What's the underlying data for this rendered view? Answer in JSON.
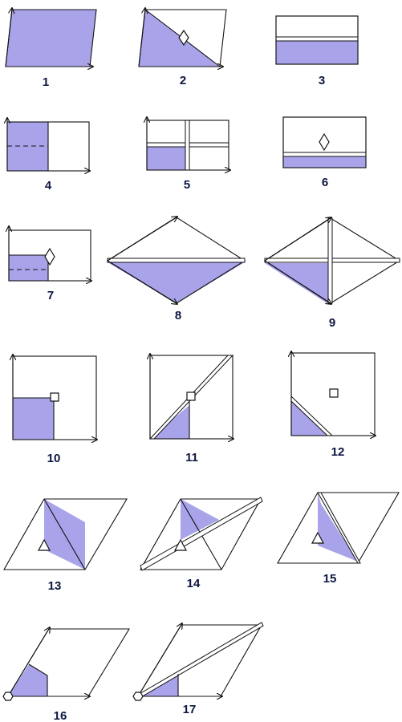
{
  "colors": {
    "paper_fill": "#a9a3ea",
    "line": "#111111",
    "label": "#0d1640"
  },
  "steps": [
    {
      "number": "1"
    },
    {
      "number": "2"
    },
    {
      "number": "3"
    },
    {
      "number": "4"
    },
    {
      "number": "5"
    },
    {
      "number": "6"
    },
    {
      "number": "7"
    },
    {
      "number": "8"
    },
    {
      "number": "9"
    },
    {
      "number": "10"
    },
    {
      "number": "11"
    },
    {
      "number": "12"
    },
    {
      "number": "13"
    },
    {
      "number": "14"
    },
    {
      "number": "15"
    },
    {
      "number": "16"
    },
    {
      "number": "17"
    }
  ],
  "markers": {
    "diamond": "diamond-marker-icon",
    "square": "square-marker-icon",
    "triangle": "triangle-marker-icon",
    "hexagon": "hexagon-marker-icon",
    "arrow": "arrowhead-icon"
  }
}
